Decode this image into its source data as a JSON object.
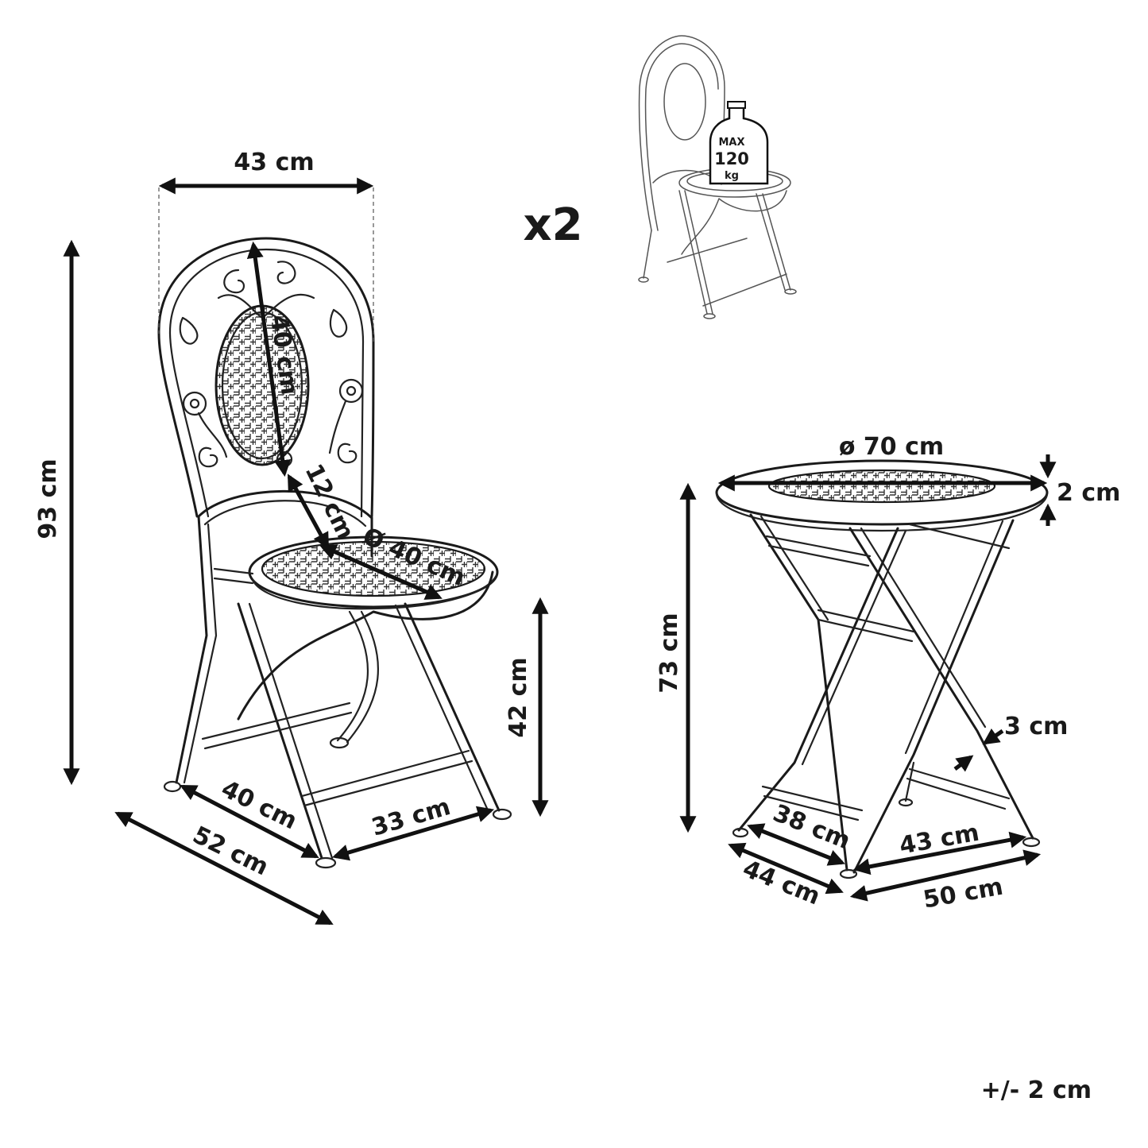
{
  "multiplier": "x2",
  "tolerance": "+/- 2 cm",
  "max_load": {
    "line1": "MAX",
    "line2": "120",
    "line3": "kg"
  },
  "chair": {
    "width": "43 cm",
    "height": "93 cm",
    "backrest_height": "40 cm",
    "backrest_gap": "12 cm",
    "seat_diameter": "Ø 40 cm",
    "seat_height": "42 cm",
    "depth_inner": "40 cm",
    "depth_outer": "52 cm",
    "width_base": "33 cm"
  },
  "table": {
    "diameter": "ø 70 cm",
    "top_thickness": "2 cm",
    "height": "73 cm",
    "leg_thickness": "3 cm",
    "depth_inner": "38 cm",
    "depth_outer": "44 cm",
    "width_inner": "43 cm",
    "width_outer": "50 cm"
  }
}
